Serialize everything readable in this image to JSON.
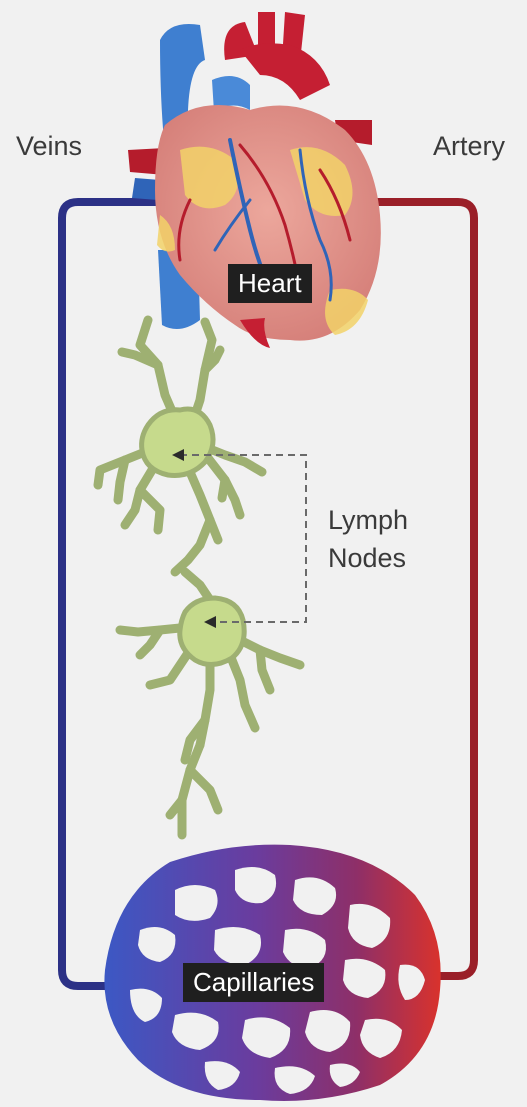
{
  "labels": {
    "veins": "Veins",
    "artery": "Artery",
    "heart": "Heart",
    "lymph_line1": "Lymph",
    "lymph_line2": "Nodes",
    "capillaries": "Capillaries"
  },
  "colors": {
    "background": "#f1f1f1",
    "vein": "#2c3186",
    "artery": "#9a1f28",
    "lymph": "#9eb072",
    "lymph_node_fill": "#c6da8c",
    "heart_muscle": "#e29a92",
    "heart_fat": "#f2d269",
    "vena_cava": "#3f7fd0",
    "aorta": "#c51f33",
    "capillary_blue": "#3c58c4",
    "capillary_purple": "#6a3c9e",
    "capillary_red": "#d9322c",
    "label_tag": "#1f1f1f"
  }
}
